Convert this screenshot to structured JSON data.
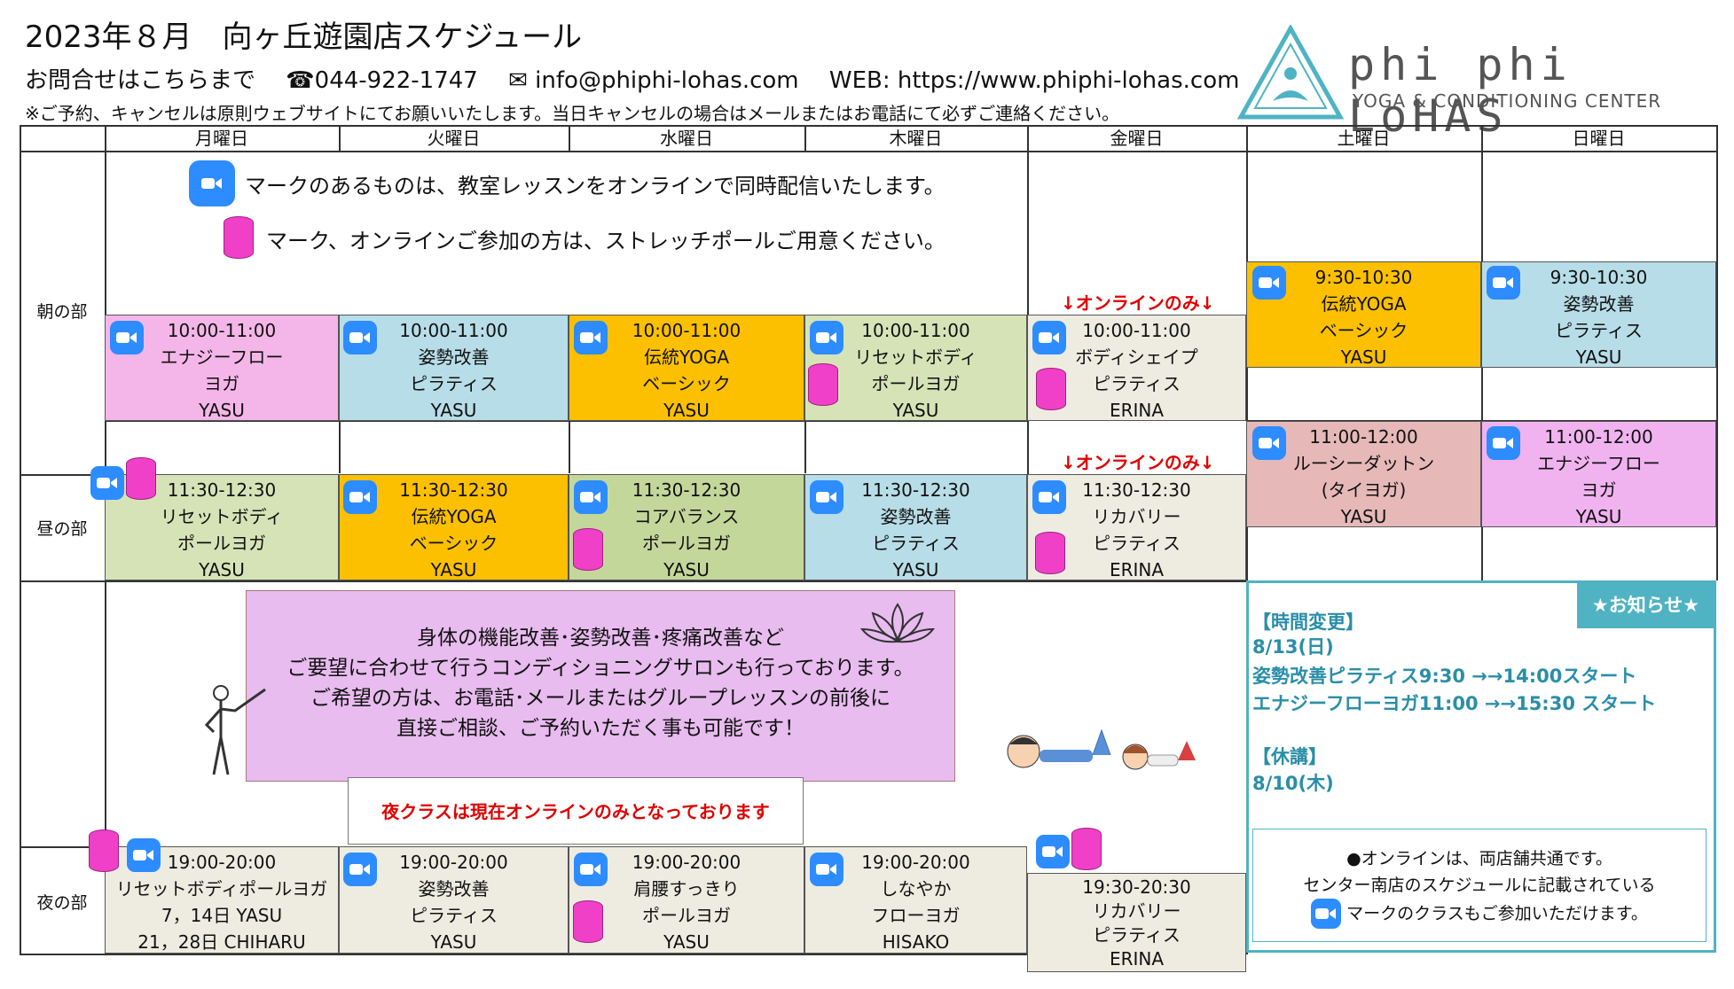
{
  "header": {
    "title": "2023年８月　向ヶ丘遊園店スケジュール",
    "contact_label": "お問合せはこちらまで",
    "phone": "☎044-922-1747",
    "email": "✉ info@phiphi-lohas.com",
    "web": "WEB: https://www.phiphi-lohas.com",
    "note": "※ご予約、キャンセルは原則ウェブサイトにてお願いいたします。当日キャンセルの場合はメールまたはお電話にて必ずご連絡ください。"
  },
  "logo": {
    "name": "phi phi LoHAS",
    "subtitle": "YOGA & CONDITIONING CENTER"
  },
  "days": [
    "月曜日",
    "火曜日",
    "水曜日",
    "木曜日",
    "金曜日",
    "土曜日",
    "日曜日"
  ],
  "row_labels": {
    "morning": "朝の部",
    "noon": "昼の部",
    "night": "夜の部"
  },
  "legend": {
    "zoom": "マークのあるものは、教室レッスンをオンラインで同時配信いたします。",
    "pole": "マーク、オンラインご参加の方は、ストレッチポールご用意ください。"
  },
  "online_only": "↓オンラインのみ↓",
  "morning": [
    {
      "time": "10:00-11:00",
      "line1": "エナジーフロー",
      "line2": "ヨガ",
      "teacher": "YASU"
    },
    {
      "time": "10:00-11:00",
      "line1": "姿勢改善",
      "line2": "ピラティス",
      "teacher": "YASU"
    },
    {
      "time": "10:00-11:00",
      "line1": "伝統YOGA",
      "line2": "ベーシック",
      "teacher": "YASU"
    },
    {
      "time": "10:00-11:00",
      "line1": "リセットボディ",
      "line2": "ポールヨガ",
      "teacher": "YASU"
    },
    {
      "time": "10:00-11:00",
      "line1": "ボディシェイプ",
      "line2": "ピラティス",
      "teacher": "ERINA"
    }
  ],
  "weekend_morning": [
    {
      "time": "9:30-10:30",
      "line1": "伝統YOGA",
      "line2": "ベーシック",
      "teacher": "YASU"
    },
    {
      "time": "9:30-10:30",
      "line1": "姿勢改善",
      "line2": "ピラティス",
      "teacher": "YASU"
    }
  ],
  "weekend_late": [
    {
      "time": "11:00-12:00",
      "line1": "ルーシーダットン",
      "line2": "(タイヨガ)",
      "teacher": "YASU"
    },
    {
      "time": "11:00-12:00",
      "line1": "エナジーフロー",
      "line2": "ヨガ",
      "teacher": "YASU"
    }
  ],
  "noon": [
    {
      "time": "11:30-12:30",
      "line1": "リセットボディ",
      "line2": "ポールヨガ",
      "teacher": "YASU"
    },
    {
      "time": "11:30-12:30",
      "line1": "伝統YOGA",
      "line2": "ベーシック",
      "teacher": "YASU"
    },
    {
      "time": "11:30-12:30",
      "line1": "コアバランス",
      "line2": "ポールヨガ",
      "teacher": "YASU"
    },
    {
      "time": "11:30-12:30",
      "line1": "姿勢改善",
      "line2": "ピラティス",
      "teacher": "YASU"
    },
    {
      "time": "11:30-12:30",
      "line1": "リカバリー",
      "line2": "ピラティス",
      "teacher": "ERINA"
    }
  ],
  "night": [
    {
      "time": "19:00-20:00",
      "line1": "リセットボディポールヨガ",
      "line2": "7，14日 YASU",
      "teacher": "21，28日 CHIHARU"
    },
    {
      "time": "19:00-20:00",
      "line1": "姿勢改善",
      "line2": "ピラティス",
      "teacher": "YASU"
    },
    {
      "time": "19:00-20:00",
      "line1": "肩腰すっきり",
      "line2": "ポールヨガ",
      "teacher": "YASU"
    },
    {
      "time": "19:00-20:00",
      "line1": "しなやか",
      "line2": "フローヨガ",
      "teacher": "HISAKO"
    },
    {
      "time": "19:30-20:30",
      "line1": "リカバリー",
      "line2": "ピラティス",
      "teacher": "ERINA"
    }
  ],
  "consult": {
    "line1": "身体の機能改善･姿勢改善･疼痛改善など",
    "line2": "ご要望に合わせて行うコンディショニングサロンも行っております。",
    "line3": "ご希望の方は、お電話･メールまたはグループレッスンの前後に",
    "line4": "直接ご相談、ご予約いただく事も可能です！"
  },
  "night_note": "夜クラスは現在オンラインのみとなっております",
  "notice": {
    "badge": "★お知らせ★",
    "h1": "【時間変更】",
    "d1": "8/13(日)",
    "c1": "姿勢改善ピラティス9:30 →→14:00スタート",
    "c2": "エナジーフローヨガ11:00 →→15:30 スタート",
    "h2": "【休講】",
    "d2": "8/10(木)",
    "s1": "●オンラインは、両店舗共通です。",
    "s2": "センター南店のスケジュールに記載されている",
    "s3": "マークのクラスもご参加いただけます。"
  },
  "colors": {
    "zoom": "#2d8cff",
    "pole": "#f040c8",
    "notice": "#4fb3c3",
    "online": "#e00000"
  }
}
